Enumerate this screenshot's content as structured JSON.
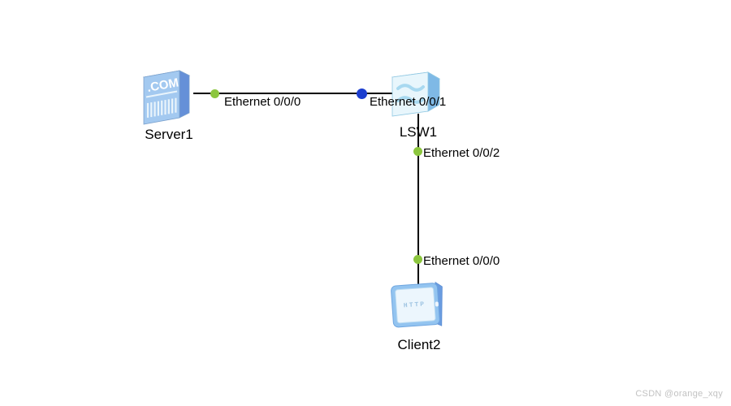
{
  "canvas": {
    "background": "#ffffff"
  },
  "devices": [
    {
      "name": "Server1",
      "type": "server",
      "badge": ".COM"
    },
    {
      "name": "LSW1",
      "type": "switch",
      "badge": ""
    },
    {
      "name": "Client2",
      "type": "client",
      "badge": "HTTP"
    }
  ],
  "links": [
    {
      "from_device": "Server1",
      "to_device": "LSW1",
      "from_port": "Ethernet 0/0/0",
      "to_port": "Ethernet 0/0/1",
      "from_dot_color": "green",
      "to_dot_color": "blue"
    },
    {
      "from_device": "LSW1",
      "to_device": "Client2",
      "from_port": "Ethernet 0/0/2",
      "to_port": "Ethernet 0/0/0",
      "from_dot_color": "green",
      "to_dot_color": "green"
    }
  ],
  "colors": {
    "link_line": "#000000",
    "port_dot_green": "#8cc63e",
    "port_dot_blue": "#1c3ecf",
    "label_text": "#000000",
    "watermark_text": "#c2c2c2",
    "device_blue_front": "#a3c9f0",
    "device_blue_side": "#6590d8",
    "switch_front": "#e8f6fc",
    "client_screen": "#ecf6fd"
  },
  "watermark": {
    "text": "CSDN @orange_xqy"
  }
}
